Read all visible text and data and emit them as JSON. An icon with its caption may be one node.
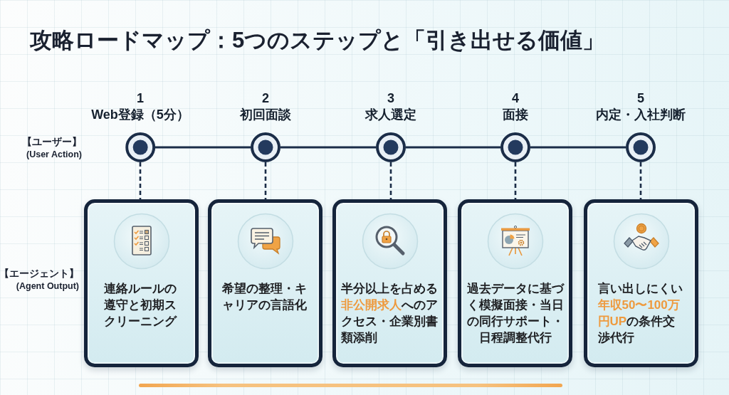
{
  "diagram": {
    "title": "攻略ロードマップ：5つのステップと「引き出せる価値」",
    "nodes": [
      {
        "text": [
          "1",
          "Web登録（5分）"
        ]
      },
      {
        "text": [
          "2",
          "初回面談"
        ]
      },
      {
        "text": [
          "3",
          "求人選定"
        ]
      },
      {
        "text": [
          "4",
          "面接"
        ]
      },
      {
        "text": [
          "5",
          "内定・入社判断"
        ]
      },
      {
        "text": [
          "連絡ルールの遵守と初期スクリーニング"
        ]
      },
      {
        "text": [
          "希望の整理・キャリアの言語化"
        ]
      },
      {
        "text": [
          "半分以上を占める**非公開求人**へのアクセス・企業別書類添削"
        ]
      },
      {
        "text": [
          "過去データに基づく模擬面接・当日の同行サポート・日程調整代行"
        ]
      },
      {
        "text": [
          "言い出しにくい**年収50〜100万円UP**の条件交渉代行"
        ]
      }
    ],
    "edges": [
      {
        "from": 0,
        "to": 1,
        "arrow": "none"
      },
      {
        "from": 1,
        "to": 2,
        "arrow": "none"
      },
      {
        "from": 2,
        "to": 3,
        "arrow": "none"
      },
      {
        "from": 3,
        "to": 4,
        "arrow": "none"
      },
      {
        "from": 0,
        "to": 5,
        "arrow": "none",
        "style": "dashed"
      },
      {
        "from": 1,
        "to": 6,
        "arrow": "none",
        "style": "dashed"
      },
      {
        "from": 2,
        "to": 7,
        "arrow": "none",
        "style": "dashed"
      },
      {
        "from": 3,
        "to": 8,
        "arrow": "none",
        "style": "dashed"
      },
      {
        "from": 4,
        "to": 9,
        "arrow": "none",
        "style": "dashed"
      }
    ],
    "labels": [
      "【ユーザー】",
      "(User Action)",
      "【エージェント】",
      "(Agent Output)"
    ]
  }
}
